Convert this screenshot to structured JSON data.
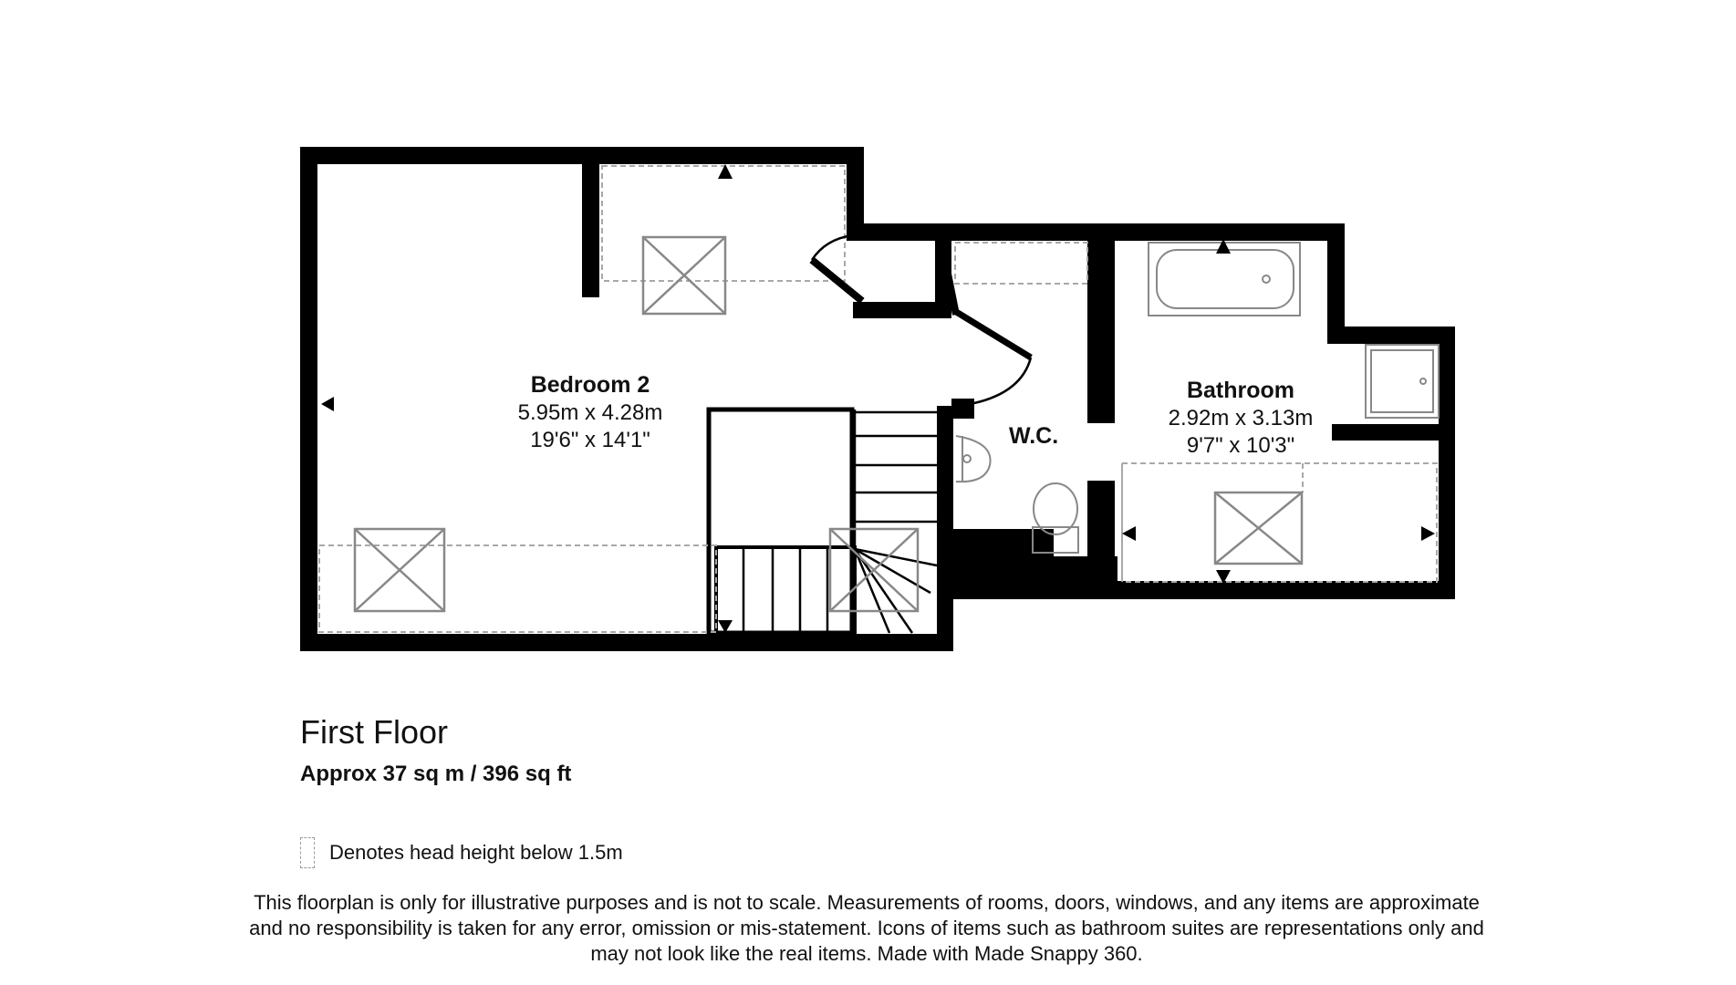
{
  "rooms": {
    "bedroom": {
      "name": "Bedroom 2",
      "metric": "5.95m x 4.28m",
      "imperial": "19'6\" x 14'1\""
    },
    "bathroom": {
      "name": "Bathroom",
      "metric": "2.92m x 3.13m",
      "imperial": "9'7\" x 10'3\""
    },
    "wc": {
      "name": "W.C."
    }
  },
  "floor": {
    "title": "First Floor",
    "area": "Approx 37 sq m / 396 sq ft"
  },
  "legend": {
    "text": "Denotes head height below 1.5m"
  },
  "disclaimer": {
    "line1": "This floorplan is only for illustrative purposes and is not to scale. Measurements of rooms, doors, windows, and any items are approximate",
    "line2": "and no responsibility is taken for any error, omission or mis-statement. Icons of items such as bathroom suites are representations only and",
    "line3": "may not look like the real items. Made with Made Snappy 360."
  },
  "colors": {
    "wall": "#000000",
    "dashed": "#a8a8a8",
    "fixture": "#888888"
  }
}
